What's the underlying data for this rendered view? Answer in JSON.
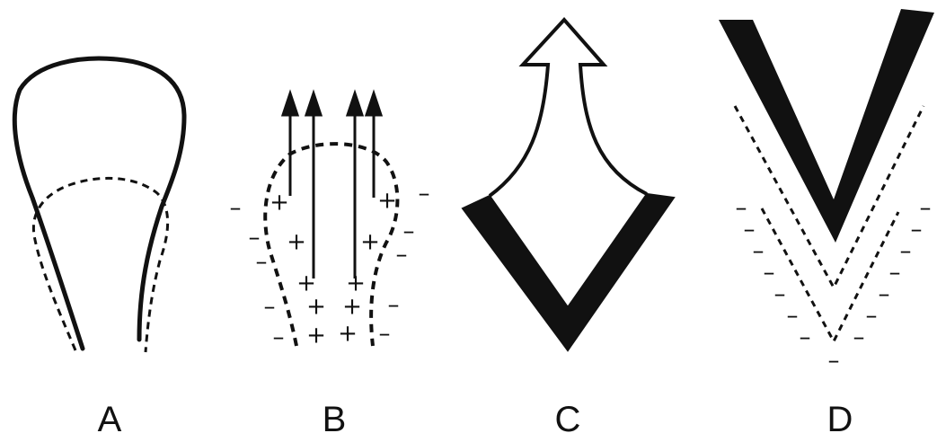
{
  "panels": [
    {
      "id": "A",
      "label": "A"
    },
    {
      "id": "B",
      "label": "B",
      "positive_sign": "+",
      "negative_sign": "–"
    },
    {
      "id": "C",
      "label": "C"
    },
    {
      "id": "D",
      "label": "D",
      "negative_sign": "–"
    }
  ],
  "colors": {
    "ink": "#111111",
    "background": "#ffffff"
  }
}
